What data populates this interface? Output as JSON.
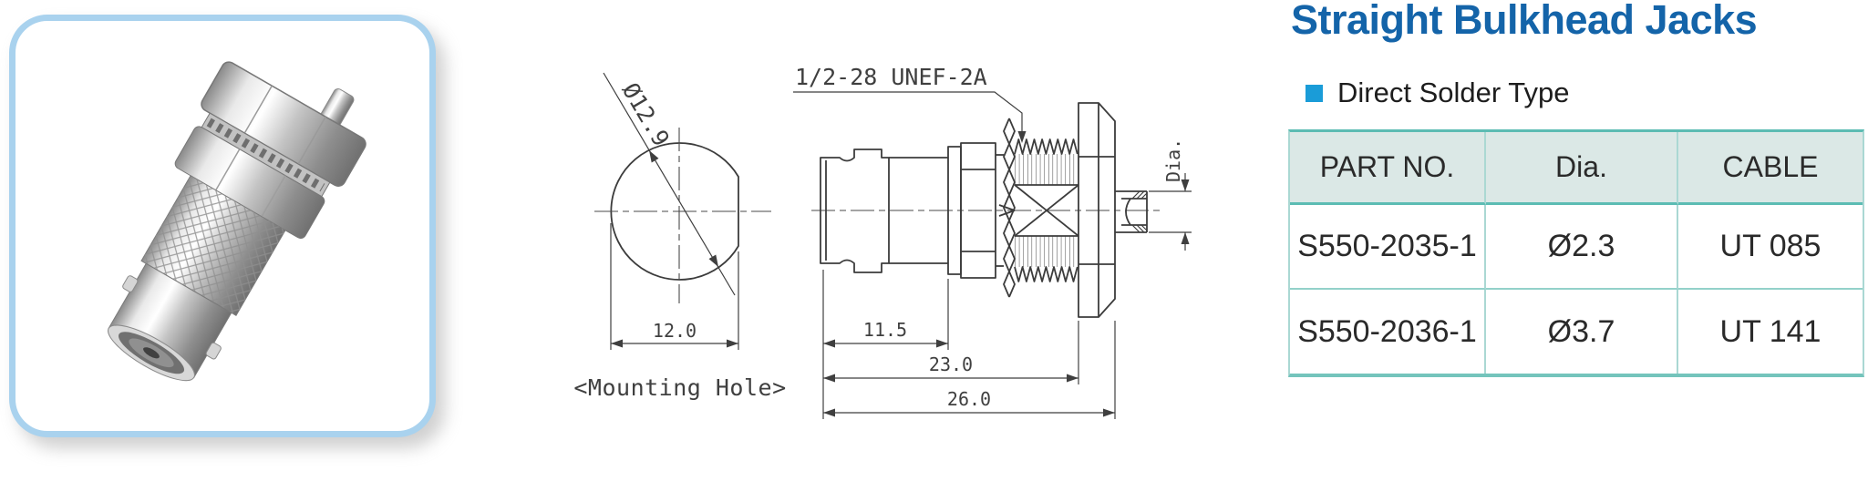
{
  "drawing": {
    "mounting_hole": {
      "diameter_label": "Ø12.9",
      "width_label": "12.0",
      "caption": "<Mounting Hole>"
    },
    "side_view": {
      "thread_spec": "1/2-28 UNEF-2A",
      "dia_label": "Dia.",
      "dim_front": "11.5",
      "dim_mid": "23.0",
      "dim_total": "26.0"
    }
  },
  "panel": {
    "title": "Straight Bulkhead Jacks",
    "subtitle": "Direct Solder Type",
    "title_color": "#1464a9",
    "bullet_color": "#1a9cd8",
    "table": {
      "border_color": "#5cbcb3",
      "header_bg": "#dbe8e6",
      "headers": [
        "PART NO.",
        "Dia.",
        "CABLE"
      ],
      "rows": [
        [
          "S550-2035-1",
          "Ø2.3",
          "UT 085"
        ],
        [
          "S550-2036-1",
          "Ø3.7",
          "UT 141"
        ]
      ]
    }
  }
}
